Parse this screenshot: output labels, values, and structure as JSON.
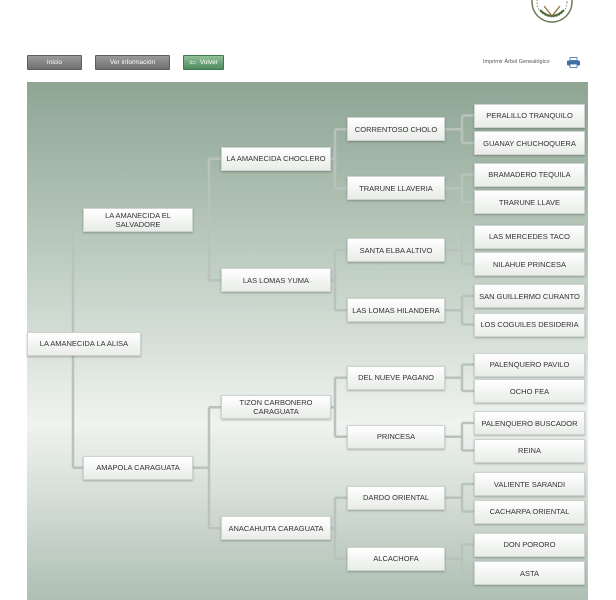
{
  "toolbar": {
    "inicio_label": "Inicio",
    "ver_informacion_label": "Ver información",
    "volver_label": "Volver",
    "imprimir_label": "Imprimir Árbol Genealógico"
  },
  "icons": {
    "logo": "seal-logo-icon",
    "printer": "printer-icon",
    "back": "arrow-left-icon"
  },
  "colors": {
    "panel_top": "#8ea594",
    "panel_mid": "#f0f3f0",
    "line": "#b9c2bc",
    "button_gray": "#7f7f7f",
    "button_green": "#6aa477"
  },
  "tree": {
    "root": "LA AMANECIDA LA ALISA",
    "gen1": [
      "LA AMANECIDA EL SALVADORE",
      "AMAPOLA CARAGUATA"
    ],
    "gen2": [
      "LA AMANECIDA CHOCLERO",
      "LAS LOMAS YUMA",
      "TIZON CARBONERO CARAGUATA",
      "ANACAHUITA CARAGUATA"
    ],
    "gen3": [
      "CORRENTOSO CHOLO",
      "TRARUNE LLAVERIA",
      "SANTA ELBA ALTIVO",
      "LAS LOMAS HILANDERA",
      "DEL NUEVE PAGANO",
      "PRINCESA",
      "DARDO ORIENTAL",
      "ALCACHOFA"
    ],
    "gen4": [
      "PERALILLO TRANQUILO",
      "GUANAY CHUCHOQUERA",
      "BRAMADERO TEQUILA",
      "TRARUNE LLAVE",
      "LAS MERCEDES TACO",
      "NILAHUE PRINCESA",
      "SAN GUILLERMO CURANTO",
      "LOS COGUILES DESIDERIA",
      "PALENQUERO PAVILO",
      "OCHO FEA",
      "PALENQUERO BUSCADOR",
      "REINA",
      "VALIENTE SARANDI",
      "CACHARPA ORIENTAL",
      "DON PORORO",
      "ASTA"
    ]
  }
}
